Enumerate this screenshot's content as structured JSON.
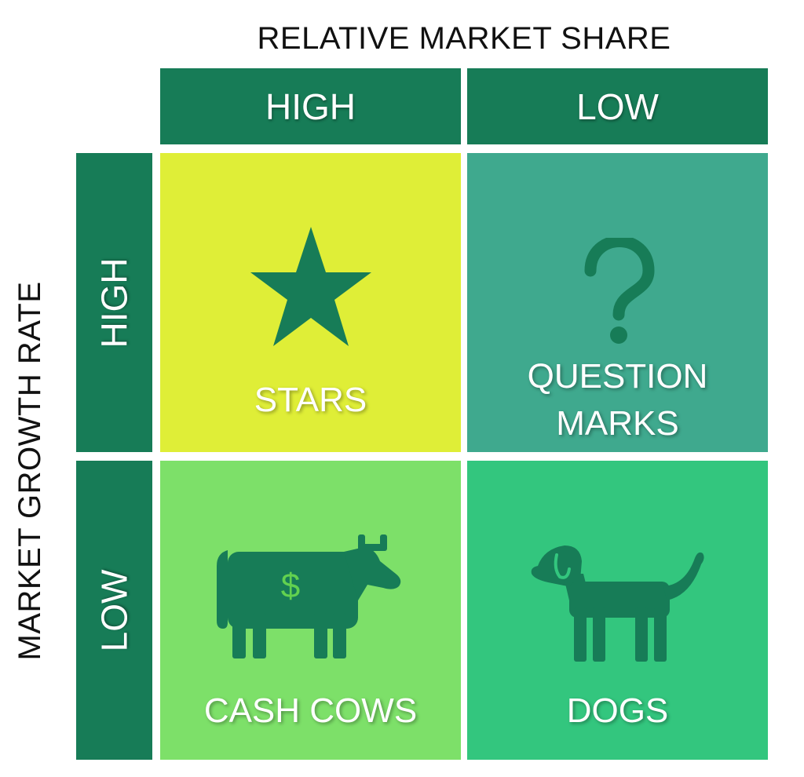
{
  "x_axis": {
    "title": "RELATIVE MARKET SHARE",
    "columns": [
      "HIGH",
      "LOW"
    ]
  },
  "y_axis": {
    "title": "MARKET GROWTH RATE",
    "rows": [
      "HIGH",
      "LOW"
    ]
  },
  "quadrants": [
    {
      "label": "STARS",
      "icon": "star-icon",
      "color": "#dfee37"
    },
    {
      "label_line1": "QUESTION",
      "label_line2": "MARKS",
      "icon": "question-mark-icon",
      "color": "#3fa98e"
    },
    {
      "label": "CASH COWS",
      "icon": "cow-icon",
      "icon_text": "$",
      "color": "#7de069"
    },
    {
      "label": "DOGS",
      "icon": "dog-icon",
      "color": "#33c67e"
    }
  ],
  "colors": {
    "header": "#177c57",
    "icon": "#177c57",
    "cow_dollar": "#62d14f"
  }
}
